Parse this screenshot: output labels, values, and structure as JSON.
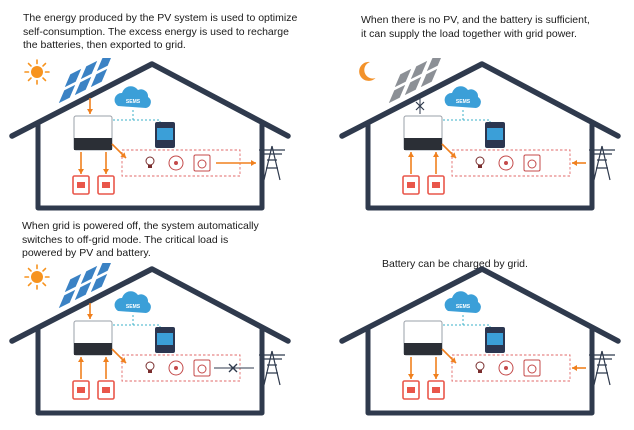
{
  "scenes": [
    {
      "caption": "The energy produced by the PV system is used to optimize\nself-consumption. The excess energy is used to recharge\nthe batteries, then exported to grid.",
      "sky": "sun",
      "panel_tone": "blue",
      "grid_connected": true,
      "grid_flow": "export"
    },
    {
      "caption": "When there is no PV, and the battery is sufficient,\nit can supply the load together with grid power.",
      "sky": "moon",
      "panel_tone": "gray",
      "grid_connected": true,
      "grid_flow": "import"
    },
    {
      "caption": "When grid is powered off, the system automatically\nswitches to off-grid mode. The critical load is\npowered by PV and battery.",
      "sky": "sun",
      "panel_tone": "blue",
      "grid_connected": false,
      "grid_flow": "none"
    },
    {
      "caption": "Battery can be charged by grid.",
      "sky": "none",
      "panel_tone": "none",
      "grid_connected": true,
      "grid_flow": "import"
    }
  ],
  "cloud_label": "SEMS",
  "colors": {
    "house_outline": "#2f3a4d",
    "flow_arrow": "#f0801e",
    "battery_fill": "#e9564a",
    "sun": "#f7931e",
    "moon": "#f3922a",
    "solar_blue": "#3b82c4",
    "solar_gray": "#8c9096",
    "cloud": "#3b9fd8",
    "wifi_dash": "#3bb0c9",
    "load_box": "#e26a6a",
    "tower": "#2f3a4d"
  }
}
